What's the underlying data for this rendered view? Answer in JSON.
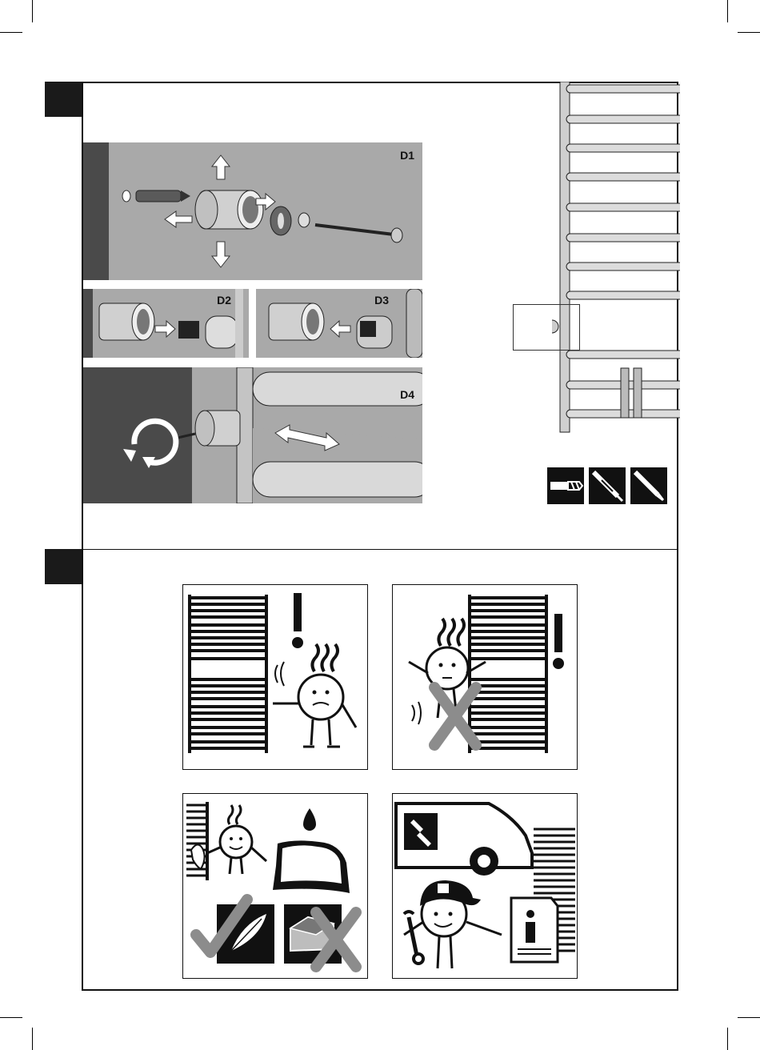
{
  "panels": {
    "d1": {
      "label": "D1"
    },
    "d2": {
      "label": "D2"
    },
    "d3": {
      "label": "D3"
    },
    "d4": {
      "label": "D4"
    }
  },
  "icons": {
    "tools": [
      "drill-bit-icon",
      "phillips-screwdriver-icon",
      "flat-screwdriver-icon"
    ],
    "warnings": [
      "hot-surface-warning-icon",
      "no-children-hot-warning-icon",
      "cleaning-no-abrasives-icon",
      "professional-service-info-icon"
    ]
  },
  "colors": {
    "frame": "#111111",
    "panel_gray": "#a9a9a9",
    "dark_gray": "#4a4a4a",
    "cross_gray": "#8c8c8c"
  }
}
